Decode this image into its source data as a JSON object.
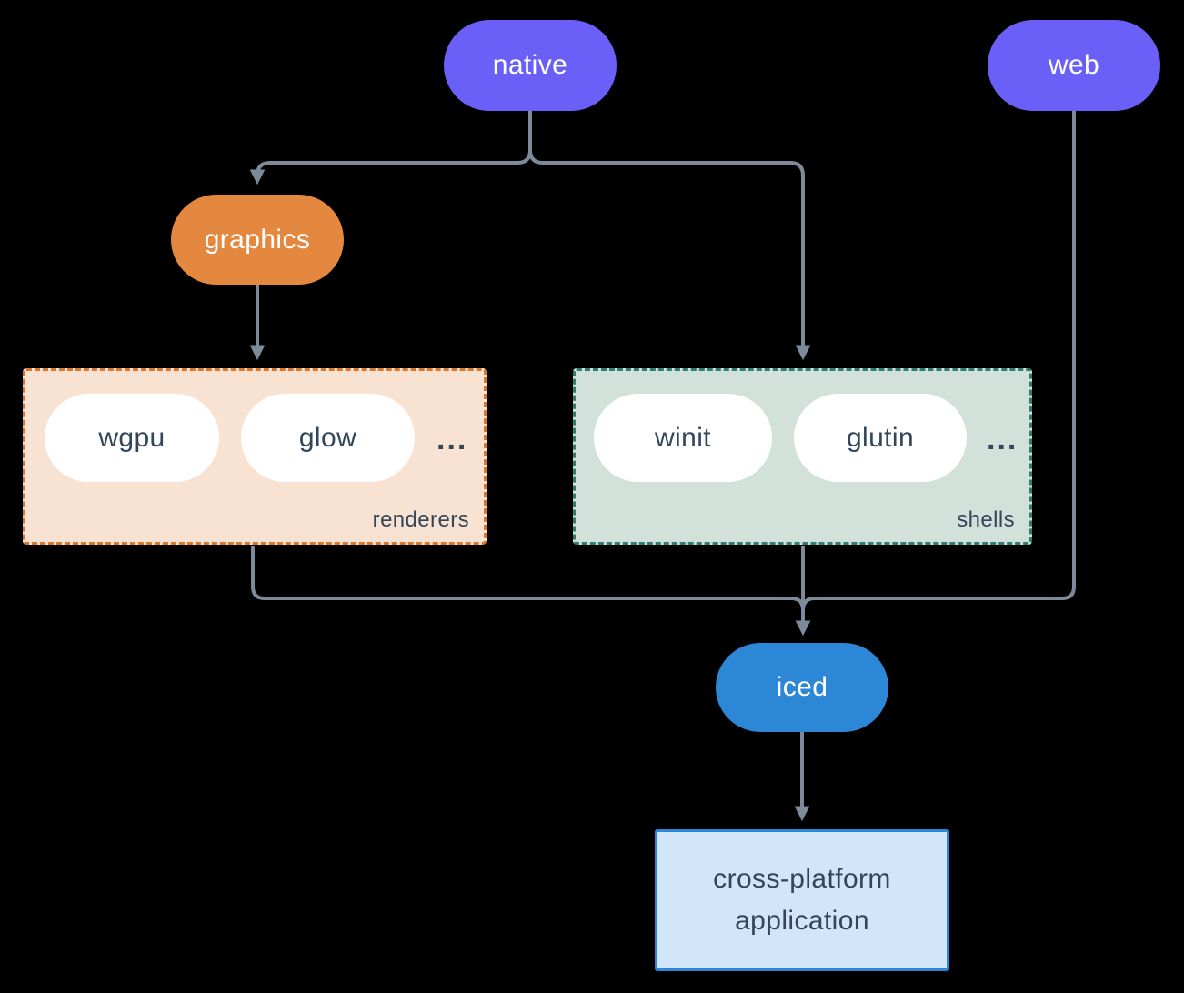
{
  "diagram": {
    "background_color": "#000000",
    "edge_color": "#7c8a99",
    "nodes": {
      "native": {
        "label": "native",
        "fill": "#6a5ff6",
        "text_color": "#ffffff"
      },
      "web": {
        "label": "web",
        "fill": "#6a5ff6",
        "text_color": "#ffffff"
      },
      "graphics": {
        "label": "graphics",
        "fill": "#e5883f",
        "text_color": "#ffffff"
      },
      "wgpu": {
        "label": "wgpu",
        "fill": "#ffffff",
        "text_color": "#33465a"
      },
      "glow": {
        "label": "glow",
        "fill": "#ffffff",
        "text_color": "#33465a"
      },
      "winit": {
        "label": "winit",
        "fill": "#ffffff",
        "text_color": "#33465a"
      },
      "glutin": {
        "label": "glutin",
        "fill": "#ffffff",
        "text_color": "#33465a"
      },
      "iced": {
        "label": "iced",
        "fill": "#2c87d6",
        "text_color": "#ffffff"
      }
    },
    "groups": {
      "renderers": {
        "label": "renderers",
        "ellipsis": "...",
        "fill": "#f8e3d2",
        "border_color": "#d9772c",
        "members": [
          "wgpu",
          "glow"
        ]
      },
      "shells": {
        "label": "shells",
        "ellipsis": "...",
        "fill": "#d2e1da",
        "border_color": "#2e7d6e",
        "members": [
          "winit",
          "glutin"
        ]
      }
    },
    "app_box": {
      "line1": "cross-platform",
      "line2": "application",
      "fill": "#d3e5f8",
      "border_color": "#2c87d6",
      "text_color": "#33465a"
    },
    "edges": [
      {
        "from": "native",
        "to": "graphics"
      },
      {
        "from": "native",
        "to": "shells"
      },
      {
        "from": "graphics",
        "to": "renderers"
      },
      {
        "from": "renderers",
        "to": "iced"
      },
      {
        "from": "shells",
        "to": "iced"
      },
      {
        "from": "web",
        "to": "iced"
      },
      {
        "from": "iced",
        "to": "cross-platform application"
      }
    ]
  }
}
